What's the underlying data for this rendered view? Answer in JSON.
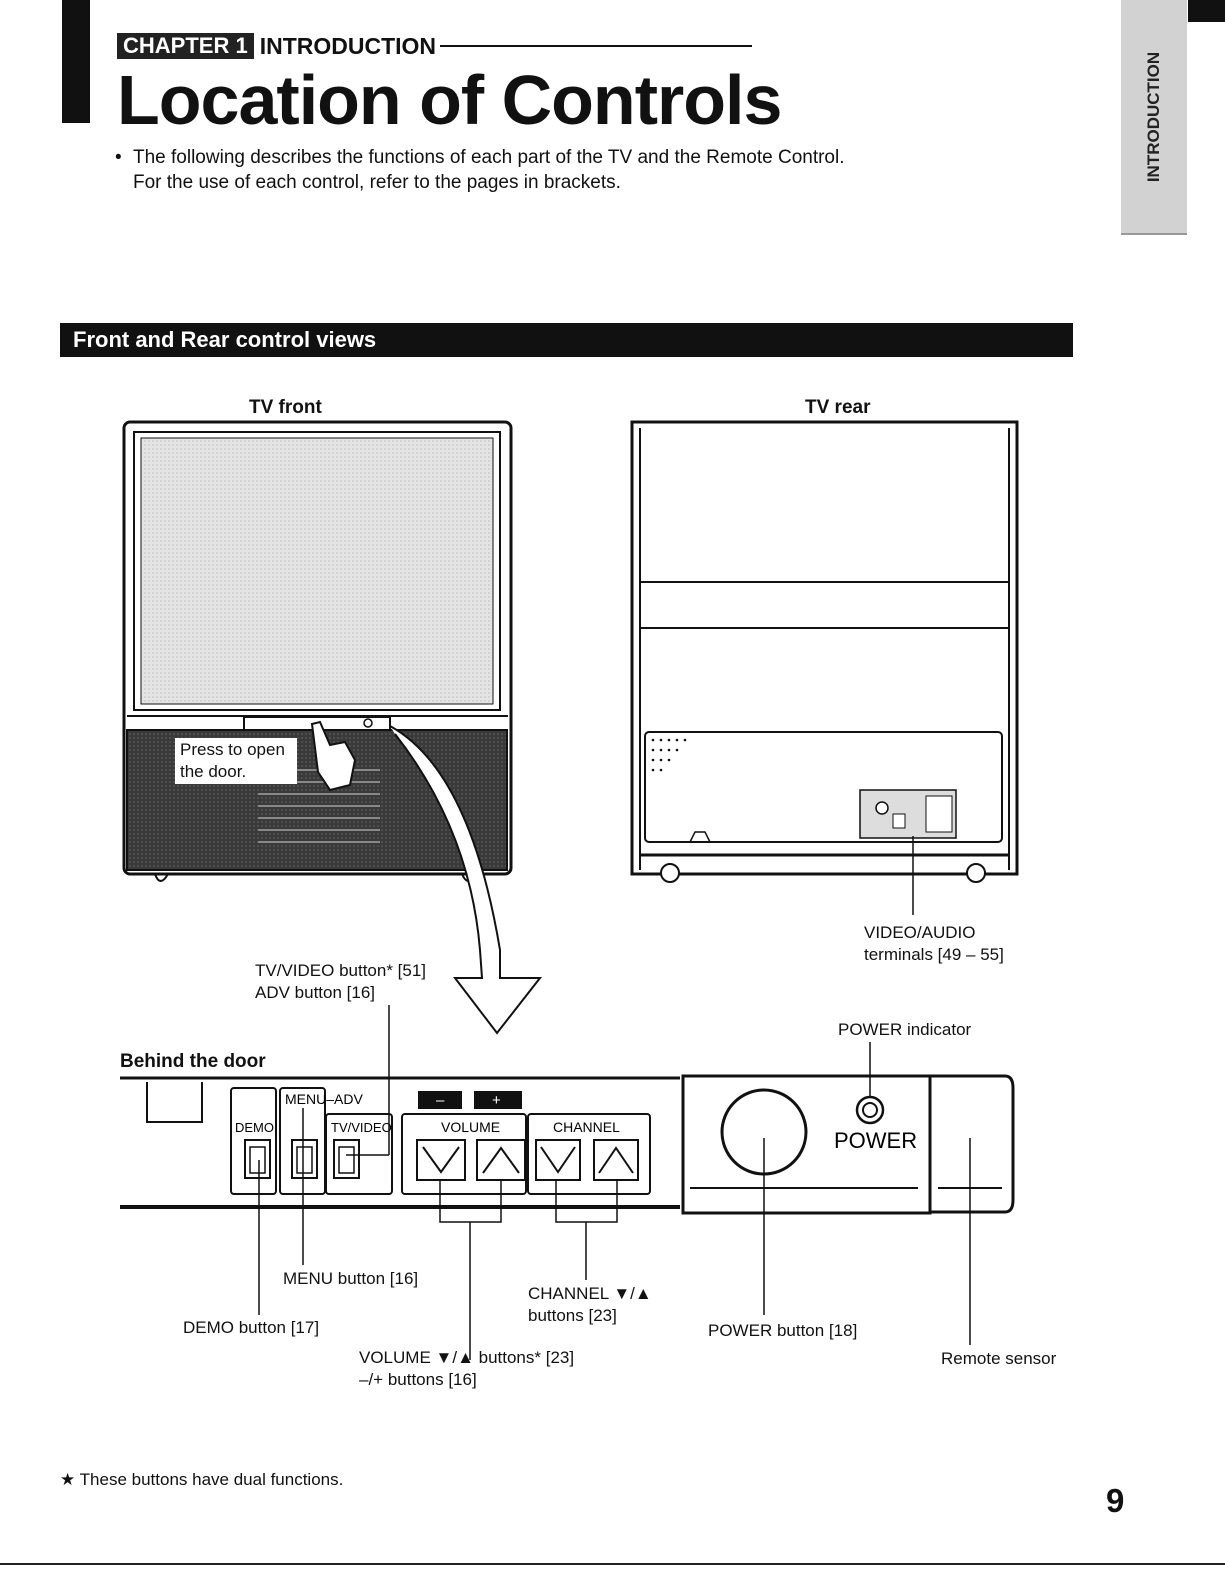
{
  "header": {
    "chapter_badge": "CHAPTER 1",
    "chapter_title": "INTRODUCTION",
    "page_title": "Location of Controls",
    "intro_line1": "The following describes the functions of each part of the TV and the Remote Control.",
    "intro_line2": "For the use of each control, refer to the pages in brackets."
  },
  "side_tab": {
    "label": "INTRODUCTION"
  },
  "section": {
    "title": "Front and Rear control views"
  },
  "figure": {
    "tv_front": "TV front",
    "tv_rear": "TV rear",
    "press_open_1": "Press to open",
    "press_open_2": "the door.",
    "tvvideo_callout": "TV/VIDEO button* [51]",
    "adv_callout": "ADV button [16]",
    "behind_door": "Behind the door",
    "video_audio_1": "VIDEO/AUDIO",
    "video_audio_2": "terminals [49 – 55]",
    "power_indicator": "POWER indicator",
    "panel_menu_adv": "MENU–ADV",
    "panel_demo": "DEMO",
    "panel_tvvideo": "TV/VIDEO",
    "panel_volume": "VOLUME",
    "panel_channel": "CHANNEL",
    "panel_minus": "–",
    "panel_plus": "+",
    "panel_power": "POWER",
    "menu_button": "MENU button [16]",
    "demo_button": "DEMO button [17]",
    "channel_1": "CHANNEL ▼/▲",
    "channel_2": "buttons [23]",
    "volume_1": "VOLUME ▼/▲ buttons* [23]",
    "volume_2": "–/+ buttons [16]",
    "power_button": "POWER button [18]",
    "remote_sensor": "Remote sensor"
  },
  "footer": {
    "footnote": "★ These buttons have dual functions.",
    "page_number": "9"
  }
}
